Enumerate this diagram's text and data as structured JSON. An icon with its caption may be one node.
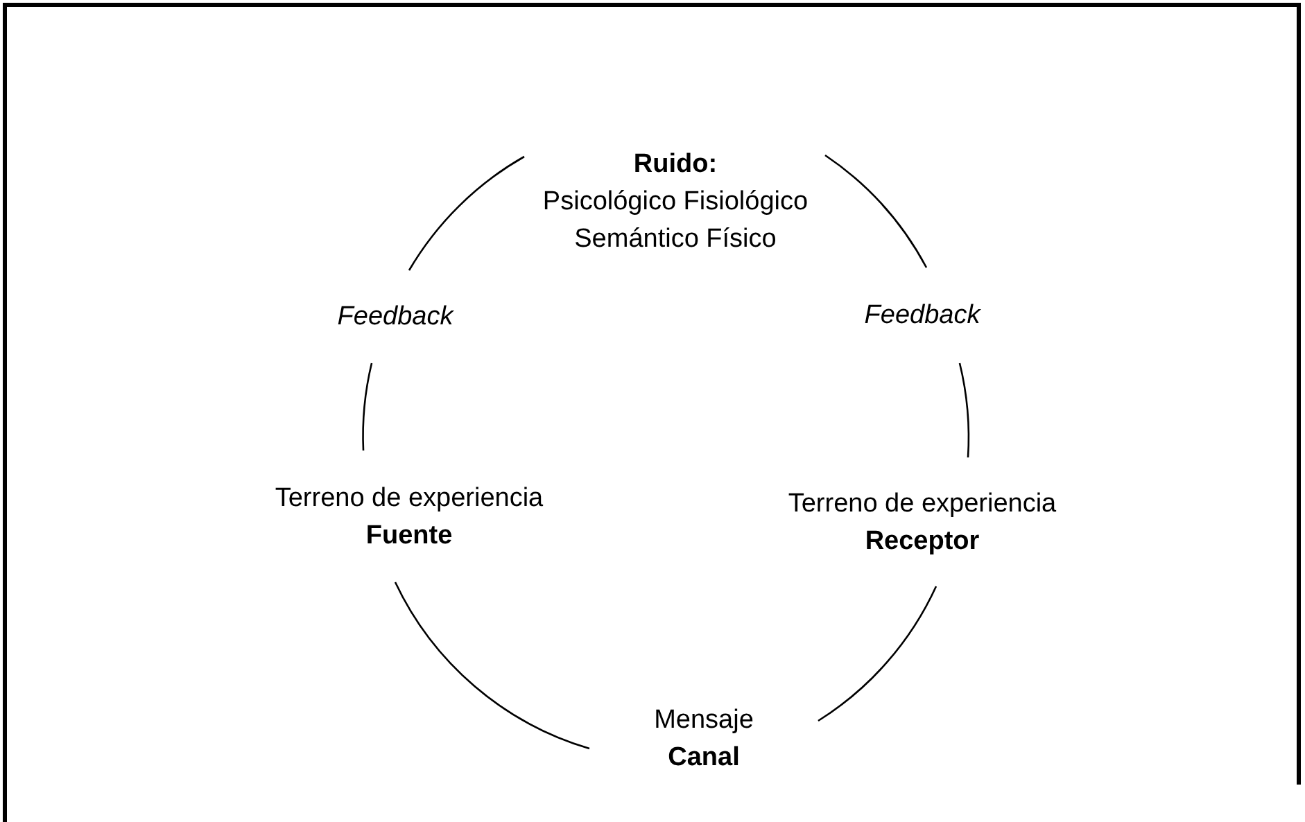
{
  "diagram": {
    "nodes": [
      {
        "text": [
          "Ruido:",
          "Psicológico Fisiológico Semántico Físico"
        ]
      },
      {
        "text": [
          "Feedback"
        ]
      },
      {
        "text": [
          "Feedback"
        ]
      },
      {
        "text": [
          "Terreno de experiencia",
          "Fuente"
        ]
      },
      {
        "text": [
          "Terreno de experiencia",
          "Receptor"
        ]
      },
      {
        "text": [
          "Mensaje",
          "Canal"
        ]
      }
    ],
    "edges": [
      {
        "from": 1,
        "to": 0,
        "arrow": "none"
      },
      {
        "from": 0,
        "to": 2,
        "arrow": "none"
      },
      {
        "from": 2,
        "to": 4,
        "arrow": "none"
      },
      {
        "from": 4,
        "to": 5,
        "arrow": "none"
      },
      {
        "from": 5,
        "to": 3,
        "arrow": "none"
      },
      {
        "from": 3,
        "to": 1,
        "arrow": "none"
      }
    ]
  }
}
